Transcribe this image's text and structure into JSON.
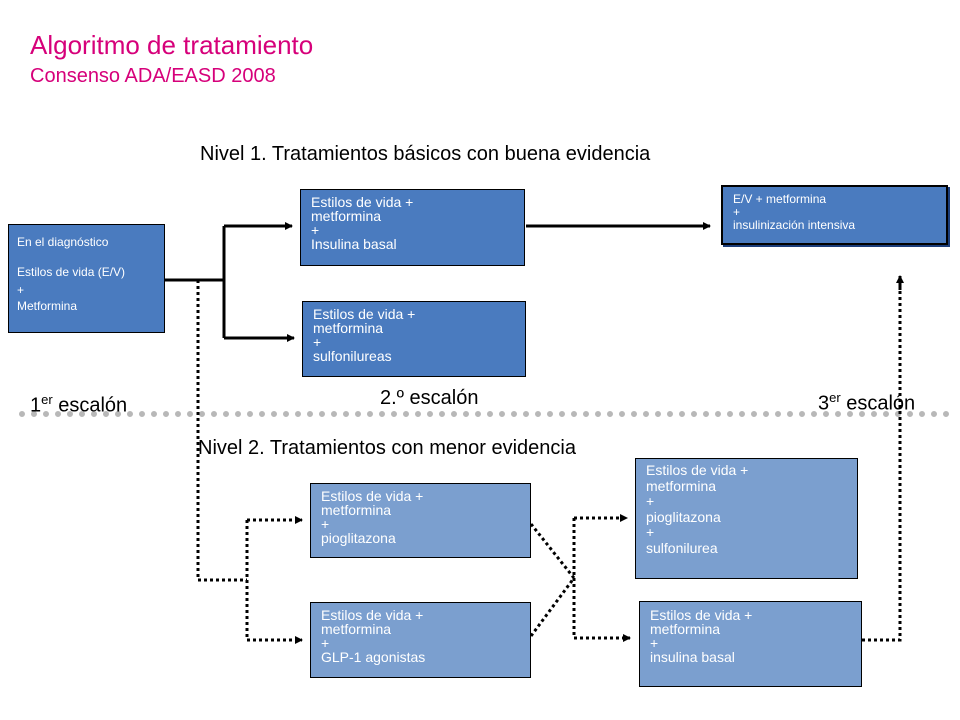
{
  "header": {
    "title": "Algoritmo de tratamiento",
    "subtitle": "Consenso ADA/EASD 2008"
  },
  "levels": {
    "level1": "Nivel 1. Tratamientos básicos con buena evidencia",
    "level2": "Nivel 2. Tratamientos con menor evidencia"
  },
  "steps": {
    "first": {
      "main": "1",
      "sup": "er",
      "tail": " escalón"
    },
    "second": "2.º escalón",
    "third": {
      "main": "3",
      "sup": "er",
      "tail": " escalón"
    }
  },
  "boxes": {
    "diagnosis": {
      "l1": "En el diagnóstico",
      "l2": "Estilos de vida (E/V)",
      "l3": "+",
      "l4": "Metformina"
    },
    "basal": {
      "l1": "Estilos de vida +",
      "l2": "metformina",
      "l3": "+",
      "l4": "Insulina basal"
    },
    "sulfo": {
      "l1": "Estilos de vida +",
      "l2": "metformina",
      "l3": "+",
      "l4": "sulfonilureas"
    },
    "intensive": {
      "l1": "E/V + metformina",
      "l2": "+",
      "l3": "insulinización intensiva"
    },
    "pio": {
      "l1": "Estilos de vida +",
      "l2": "metformina",
      "l3": "+",
      "l4": "pioglitazona"
    },
    "glp": {
      "l1": "Estilos de vida +",
      "l2": "metformina",
      "l3": "+",
      "l4": "GLP-1 agonistas"
    },
    "pio_sulfo": {
      "l1": "Estilos de vida +",
      "l2": "metformina",
      "l3": "+",
      "l4": "pioglitazona",
      "l5": "+",
      "l6": "sulfonilurea"
    },
    "basal2": {
      "l1": "Estilos de vida +",
      "l2": "metformina",
      "l3": "+",
      "l4": "insulina basal"
    }
  },
  "colors": {
    "accent": "#d6007a",
    "box_dark": "#4a7bbf",
    "box_light": "#7b9fcf",
    "separator": "#b8b8b8"
  }
}
